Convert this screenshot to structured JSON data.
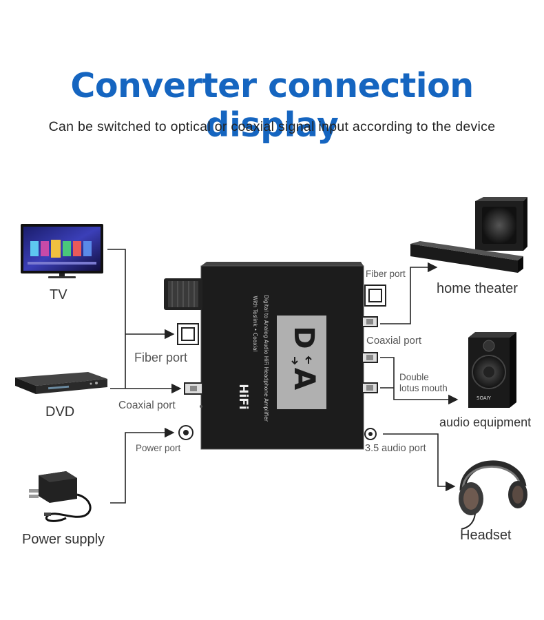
{
  "header": {
    "title": "Converter connection display",
    "subtitle": "Can be switched to optical or coaxial signal input according to the device"
  },
  "inputs": {
    "tv": "TV",
    "dvd": "DVD",
    "power_supply": "Power supply"
  },
  "outputs": {
    "home_theater": "home theater",
    "audio_equipment": "audio equipment",
    "headset": "Headset"
  },
  "ports": {
    "fiber_port_left": "Fiber port",
    "coaxial_port_left": "Coaxial port",
    "power_port": "Power port",
    "fiber_port_right": "Fiber port",
    "coaxial_port_right": "Coaxial port",
    "double_lotus_line1": "Double",
    "double_lotus_line2": "lotus mouth",
    "audio_port": "3.5 audio port"
  },
  "device": {
    "logo_d": "D",
    "logo_a": "A",
    "hifi": "HiFi",
    "caption_line1": "Digital to Analog Audio HiFi Headphone Amplifier",
    "caption_line2": "With Toslink • Coaxial"
  },
  "colors": {
    "title_blue": "#1565c0",
    "line": "#222222",
    "device_body": "#1c1c1c"
  }
}
